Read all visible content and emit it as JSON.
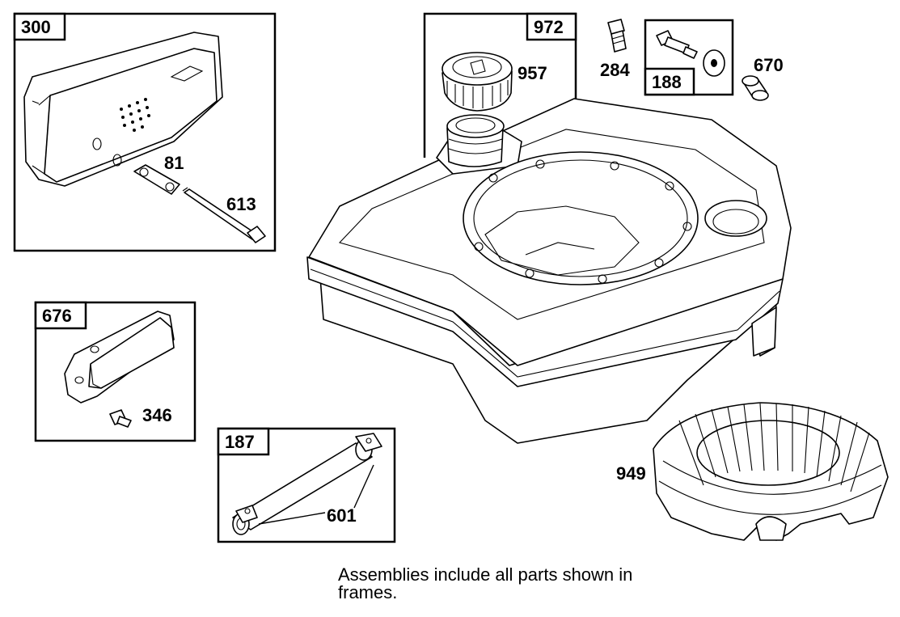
{
  "frames": {
    "f300": "300",
    "f972": "972",
    "f188": "188",
    "f676": "676",
    "f187": "187"
  },
  "parts": {
    "p81": "81",
    "p613": "613",
    "p957": "957",
    "p284": "284",
    "p670": "670",
    "p346": "346",
    "p601": "601",
    "p949": "949"
  },
  "note": "Assemblies include all parts shown in frames."
}
